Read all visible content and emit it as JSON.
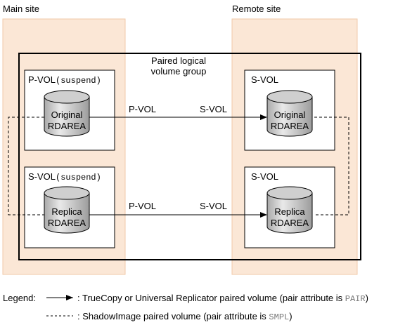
{
  "sites": {
    "main": "Main site",
    "remote": "Remote site"
  },
  "group": {
    "line1": "Paired logical",
    "line2": "volume group"
  },
  "volumes": {
    "main_top_label": "P-VOL",
    "main_top_status": "(suspend)",
    "main_bottom_label": "S-VOL",
    "main_bottom_status": "(suspend)",
    "remote_top_label": "S-VOL",
    "remote_bottom_label": "S-VOL"
  },
  "cylinders": {
    "original_line1": "Original",
    "original_line2": "RDAREA",
    "replica_line1": "Replica",
    "replica_line2": "RDAREA"
  },
  "links": {
    "top_left": "P-VOL",
    "top_right": "S-VOL",
    "bottom_left": "P-VOL",
    "bottom_right": "S-VOL"
  },
  "legend": {
    "title": "Legend:",
    "solid_text": ": TrueCopy or Universal Replicator paired volume (pair attribute is ",
    "solid_attr": "PAIR",
    "solid_close": ")",
    "dashed_text": ": ShadowImage paired volume (pair attribute is ",
    "dashed_attr": "SMPL",
    "dashed_close": ")"
  },
  "colors": {
    "site_fill": "#fbe7d6",
    "site_border": "#f0c9a8",
    "cylinder_fill": "#c8c8c8"
  }
}
